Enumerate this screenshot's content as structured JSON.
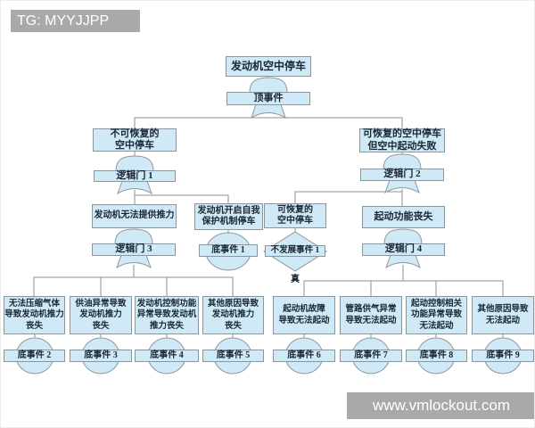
{
  "watermark": {
    "top_left": "TG: MYYJJPP",
    "bottom_right": "www.vmlockout.com"
  },
  "colors": {
    "node_fill": "#cfe9f6",
    "node_border": "#8d959c",
    "connector_line": "#8f8f8f",
    "text": "#1a2633",
    "watermark_bg": "#a9a9a9",
    "watermark_text": "#ffffff"
  },
  "tree": {
    "top": {
      "label": "发动机空中停车",
      "gate": "顶事件"
    },
    "l2_left": {
      "label": "不可恢复的\n空中停车",
      "gate": "逻辑门 1"
    },
    "l2_right": {
      "label": "可恢复的空中停车\n但空中起动失败",
      "gate": "逻辑门 2"
    },
    "l3_thrust": {
      "label": "发动机无法提供推力",
      "gate": "逻辑门 3"
    },
    "l3_selfprotect": {
      "label": "发动机开启自我\n保护机制停车",
      "event": "底事件 1"
    },
    "l3_recoverable": {
      "label": "可恢复的\n空中停车",
      "event": "不发展事件 1",
      "note": "真"
    },
    "l3_startloss": {
      "label": "起动功能丧失",
      "gate": "逻辑门 4"
    },
    "l4": [
      {
        "label": "无法压缩气体\n导致发动机推力\n丧失",
        "event": "底事件 2"
      },
      {
        "label": "供油异常导致\n发动机推力\n丧失",
        "event": "底事件 3"
      },
      {
        "label": "发动机控制功能\n异常导致发动机\n推力丧失",
        "event": "底事件 4"
      },
      {
        "label": "其他原因导致\n发动机推力\n丧失",
        "event": "底事件 5"
      },
      {
        "label": "起动机故障\n导致无法起动",
        "event": "底事件 6"
      },
      {
        "label": "管路供气异常\n导致无法起动",
        "event": "底事件 7"
      },
      {
        "label": "起动控制相关\n功能异常导致\n无法起动",
        "event": "底事件 8"
      },
      {
        "label": "其他原因导致\n无法起动",
        "event": "底事件 9"
      }
    ]
  }
}
